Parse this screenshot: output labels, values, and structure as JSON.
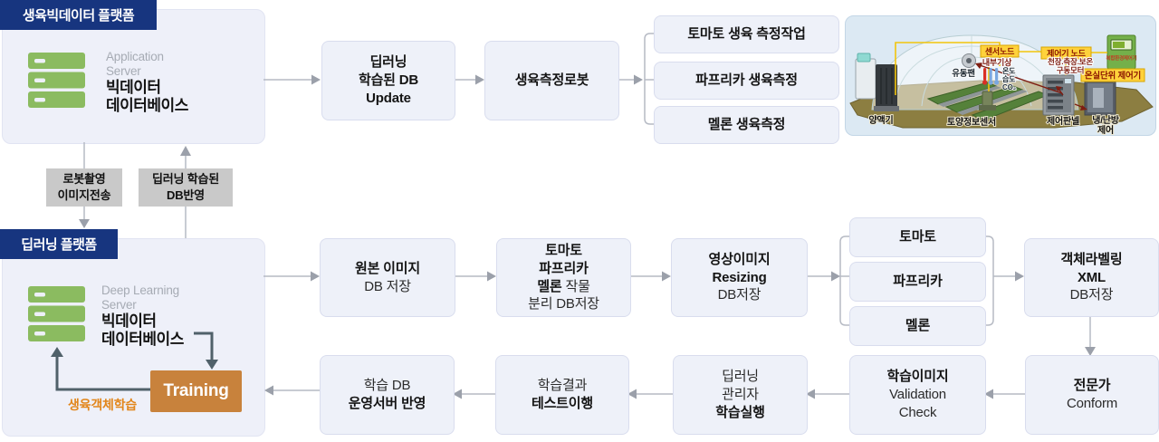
{
  "platforms": {
    "top": {
      "badge": "생육빅데이터 플랫폼",
      "server_label": "Application\nServer",
      "server_title": "빅데이터\n데이터베이스"
    },
    "bottom": {
      "badge": "딥러닝 플랫폼",
      "server_label": "Deep Learning\nServer",
      "server_title": "빅데이터\n데이터베이스",
      "training": "Training",
      "loop_label": "생육객체학습"
    }
  },
  "transfers": {
    "down": "로봇촬영\n이미지전송",
    "up": "딥러닝 학습된\nDB반영"
  },
  "row1": {
    "db_update": "딥러닝\n학습된 DB\nUpdate",
    "robot": "생육측정로봇",
    "measures": [
      "토마토 생육 측정작업",
      "파프리카 생육측정",
      "멜론 생육측정"
    ]
  },
  "row2": {
    "origin": {
      "bold": "원본 이미지",
      "normal": "DB 저장"
    },
    "separate": {
      "l1": "토마토",
      "l2": "파프리카",
      "l3_bold": "멜론",
      "l3_normal": " 작물",
      "l4": "분리 DB저장"
    },
    "resize": {
      "l1": "영상이미지",
      "l2": "Resizing",
      "l3": "DB저장"
    },
    "crops": [
      "토마토",
      "파프리카",
      "멜론"
    ],
    "labeling": {
      "l1": "객체라벨링",
      "l2": "XML",
      "l3": "DB저장"
    }
  },
  "row3": {
    "deploy": {
      "normal": "학습 DB",
      "bold": "운영서버 반영"
    },
    "test": {
      "normal": "학습결과",
      "bold": "테스트이행"
    },
    "train_exec": {
      "normal": "딥러닝\n관리자",
      "bold": "학습실행"
    },
    "validation": {
      "bold": "학습이미지",
      "normal": "Validation\nCheck"
    },
    "expert": {
      "bold": "전문가",
      "normal": "Conform"
    }
  },
  "greenhouse": {
    "sensor_node": "센서노드",
    "controller_node": "제어기 노드",
    "unit_controller": "온실단위 제어기",
    "device_label": "복합환경제어기",
    "inner_weather": "내부기상",
    "motor_line1": "천장.측장.보온",
    "motor_line2": "구동모터",
    "env_temp": "온도",
    "env_hum": "습도",
    "env_co2": "CO₂",
    "fan": "유동팬",
    "nutrient": "양액기",
    "soil_sensor": "토양정보센서",
    "panel": "제어판넬",
    "hvac_line1": "냉/난방",
    "hvac_line2": "제어"
  },
  "colors": {
    "badge_blue": "#17357f",
    "box_fill": "#eef1f9",
    "arrow_gray": "#b6bac4",
    "arrow_dark": "#50616a",
    "training_orange": "#c8823c",
    "loop_orange": "#e2861b",
    "server_green": "#8bbb60",
    "tag_yellow": "#ffd23b"
  }
}
